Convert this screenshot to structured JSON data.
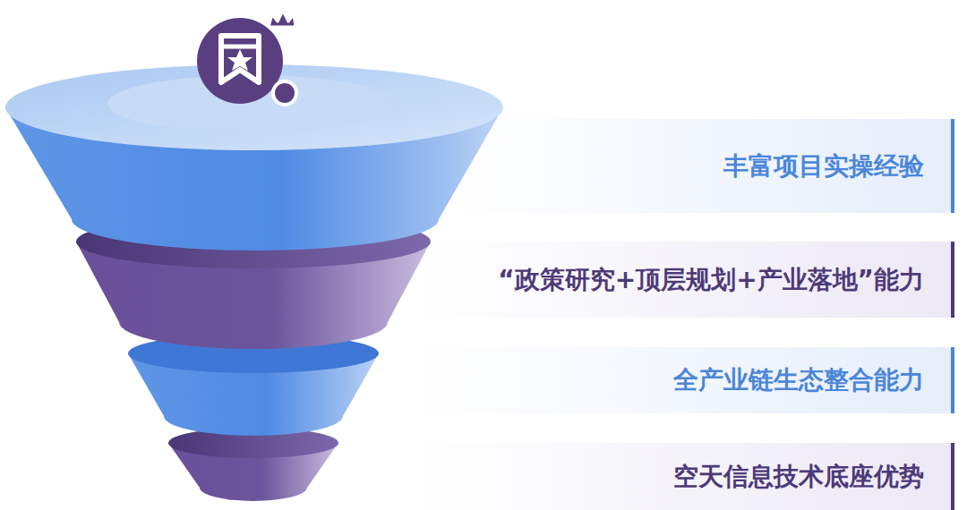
{
  "diagram": {
    "nodes": [
      {
        "text": [
          "丰富项目实操经验"
        ]
      },
      {
        "text": [
          "“政策研究+顶层规划+产业落地”能力"
        ]
      },
      {
        "text": [
          "全产业链生态整合能力"
        ]
      },
      {
        "text": [
          "空天信息技术底座优势"
        ]
      }
    ]
  }
}
